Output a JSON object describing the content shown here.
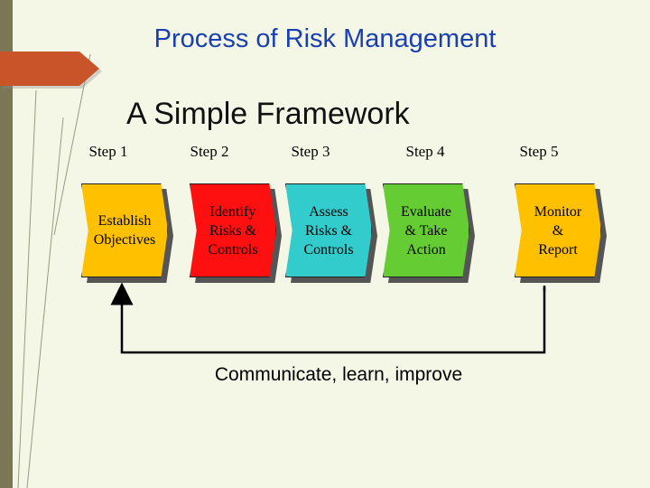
{
  "title": "Process of Risk Management",
  "subtitle": "A Simple Framework",
  "steps": [
    {
      "label": "Step 1",
      "lines": [
        "Establish",
        "Objectives"
      ],
      "color": "#ffc000"
    },
    {
      "label": "Step 2",
      "lines": [
        "Identify",
        "Risks &",
        "Controls"
      ],
      "color": "#ff1010"
    },
    {
      "label": "Step 3",
      "lines": [
        "Assess",
        "Risks &",
        "Controls"
      ],
      "color": "#33cccc"
    },
    {
      "label": "Step 4",
      "lines": [
        "Evaluate",
        "& Take",
        "Action"
      ],
      "color": "#66cc33"
    },
    {
      "label": "Step 5",
      "lines": [
        "Monitor",
        "&",
        "Report"
      ],
      "color": "#ffc000"
    }
  ],
  "feedback_text": "Communicate, learn, improve"
}
